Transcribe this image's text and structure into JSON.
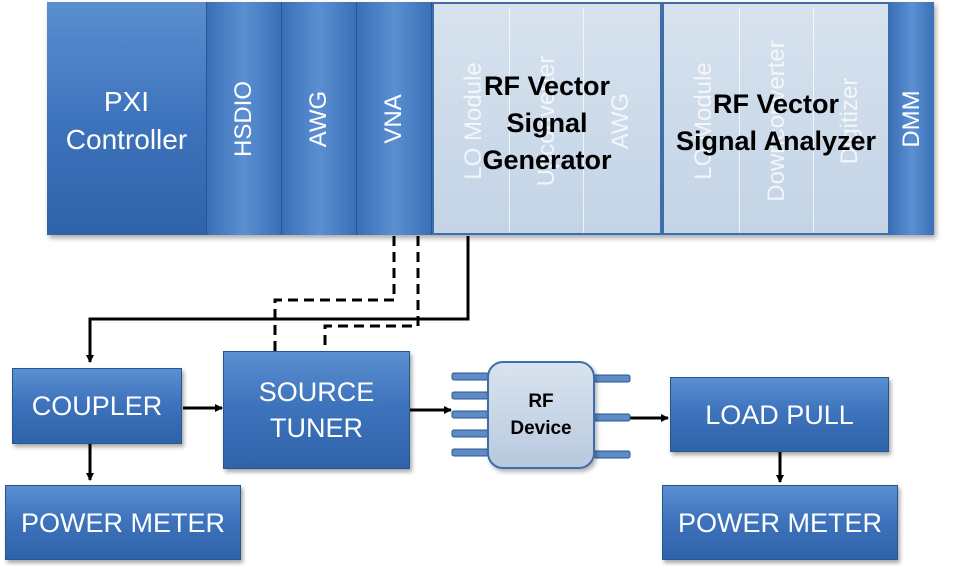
{
  "chassis": {
    "controller": [
      "PXI",
      "Controller"
    ],
    "hsdio": "HSDIO",
    "awg": "AWG",
    "vna": "VNA",
    "vsg": {
      "title_lines": [
        "RF Vector",
        "Signal",
        "Generator"
      ],
      "modules": [
        "LO Module",
        "Upconverter",
        "AWG"
      ]
    },
    "vsa": {
      "title_lines": [
        "RF Vector",
        "Signal Analyzer"
      ],
      "modules": [
        "LO Module",
        "Downconverter",
        "Digitizer"
      ]
    },
    "dmm": "DMM"
  },
  "blocks": {
    "coupler": "COUPLER",
    "source_tuner": [
      "SOURCE",
      "TUNER"
    ],
    "power_meter_left": "POWER METER",
    "rf_device": [
      "RF",
      "Device"
    ],
    "load_pull": "LOAD PULL",
    "power_meter_right": "POWER METER"
  },
  "colors": {
    "block_blue": "#3e74bd",
    "module_light": "#c8d7e8",
    "connector": "#000000"
  }
}
